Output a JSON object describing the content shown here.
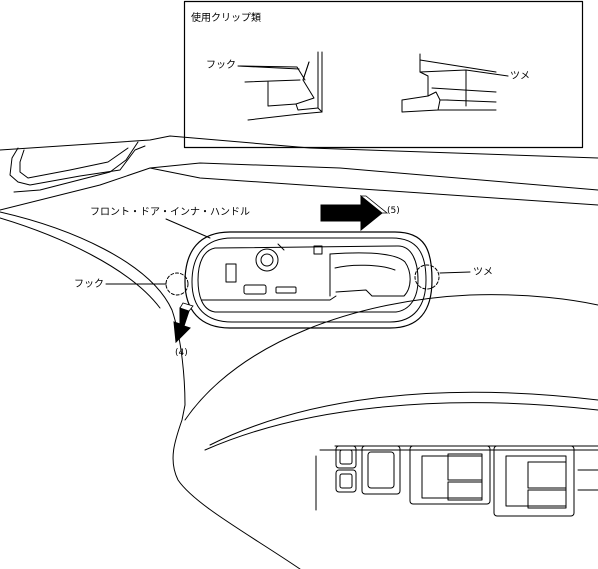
{
  "inset": {
    "title": "使用クリップ類",
    "hook_label": "フック",
    "claw_label": "ツメ"
  },
  "labels": {
    "handle": "フロント・ドア・インナ・ハンドル",
    "hook": "フック",
    "claw": "ツメ"
  },
  "steps": {
    "step4": "(4)",
    "step5": "(5)"
  },
  "colors": {
    "line": "#000000",
    "background": "#ffffff",
    "arrow_fill": "#000000"
  }
}
